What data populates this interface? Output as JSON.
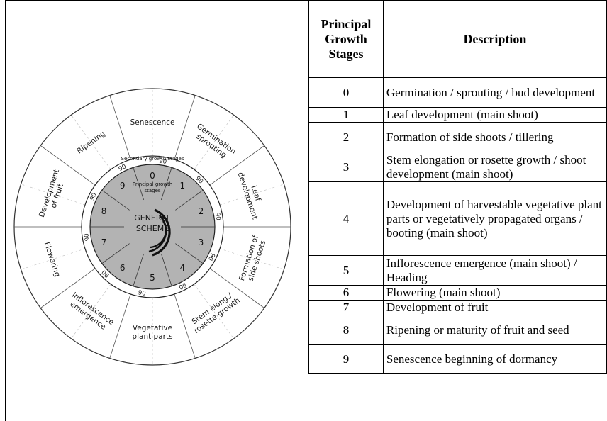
{
  "diagram": {
    "center_label_line1": "GENERAL",
    "center_label_line2": "SCHEME",
    "principal_caption_line1": "Principal growth",
    "principal_caption_line2": "stages",
    "secondary_caption": "Secondary growth stages",
    "inner_numbers": [
      "0",
      "1",
      "2",
      "3",
      "4",
      "5",
      "6",
      "7",
      "8",
      "9"
    ],
    "tick_value": "90",
    "tick_value_bottom": "06",
    "outer_labels": [
      "Germination\nsprouting",
      "Leaf\ndevelopment",
      "Formation of\nside shoots",
      "Stem elong./\nrosette growth",
      "Vegetative\nplant parts",
      "Inflorescence\nemergence",
      "Flowering",
      "Development\nof fruit",
      "Ripening",
      "Senescence"
    ]
  },
  "table": {
    "headers": {
      "col1": [
        "Principal",
        "Growth",
        "Stages"
      ],
      "col2": "Description"
    },
    "rows": [
      {
        "stage": "0",
        "description": "Germination / sprouting / bud development"
      },
      {
        "stage": "1",
        "description": "Leaf development (main shoot)"
      },
      {
        "stage": "2",
        "description": "Formation of side shoots / tillering"
      },
      {
        "stage": "3",
        "description": "Stem elongation or rosette growth / shoot development (main shoot)"
      },
      {
        "stage": "4",
        "description": "Development of harvestable vegetative plant parts or vegetatively propagated organs / booting (main shoot)"
      },
      {
        "stage": "5",
        "description": "Inflorescence emergence (main shoot) / Heading"
      },
      {
        "stage": "6",
        "description": "Flowering (main shoot)"
      },
      {
        "stage": "7",
        "description": "Development of fruit"
      },
      {
        "stage": "8",
        "description": "Ripening or maturity of fruit and seed"
      },
      {
        "stage": "9",
        "description": "Senescence beginning of dormancy"
      }
    ]
  }
}
